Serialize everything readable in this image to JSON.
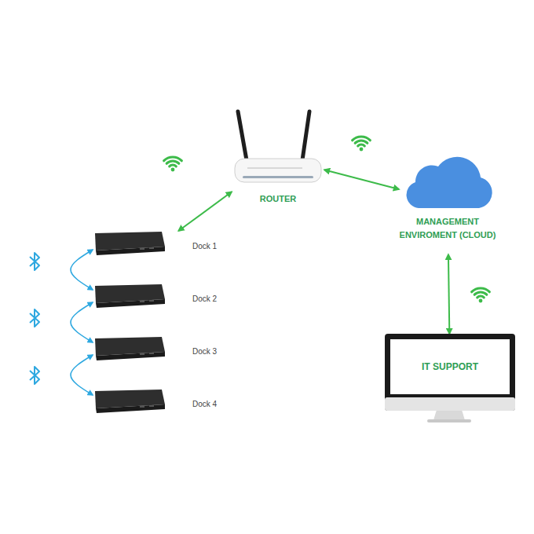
{
  "diagram": {
    "nodes": [
      {
        "text": [
          "ROUTER"
        ]
      },
      {
        "text": [
          "MANAGEMENT ENVIROMENT (CLOUD)"
        ]
      },
      {
        "text": [
          "Dock 1"
        ]
      },
      {
        "text": [
          "Dock 2"
        ]
      },
      {
        "text": [
          "Dock 3"
        ]
      },
      {
        "text": [
          "Dock 4"
        ]
      },
      {
        "text": [
          "IT SUPPORT"
        ]
      }
    ],
    "edges": [
      {
        "from": 0,
        "to": 2,
        "arrow": "both"
      },
      {
        "from": 0,
        "to": 1,
        "arrow": "both"
      },
      {
        "from": 1,
        "to": 6,
        "arrow": "both"
      },
      {
        "from": 2,
        "to": 3,
        "arrow": "both"
      },
      {
        "from": 3,
        "to": 4,
        "arrow": "both"
      },
      {
        "from": 4,
        "to": 5,
        "arrow": "both"
      }
    ]
  }
}
